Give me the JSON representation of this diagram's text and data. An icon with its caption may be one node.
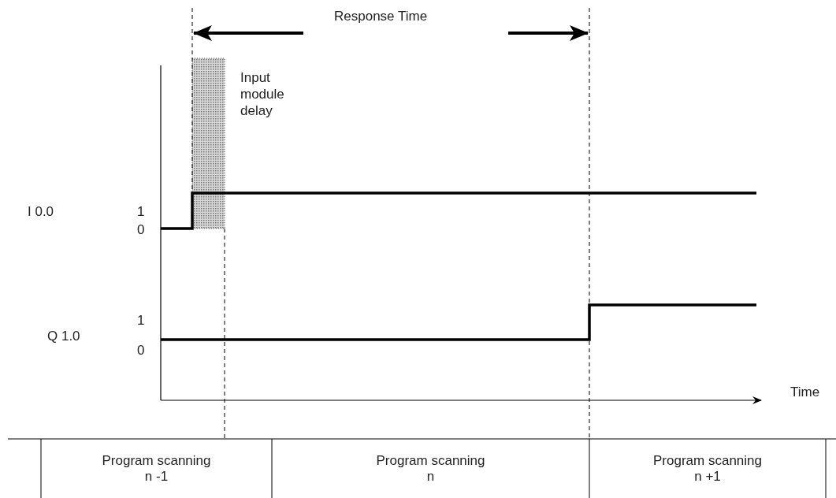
{
  "diagram": {
    "labels": [
      "Response Time",
      "Input module delay",
      "I 0.0",
      "1",
      "0",
      "Q 1.0",
      "1",
      "0",
      "Time",
      "Program scanning n -1",
      "Program scanning n",
      "Program scanning n +1"
    ]
  }
}
